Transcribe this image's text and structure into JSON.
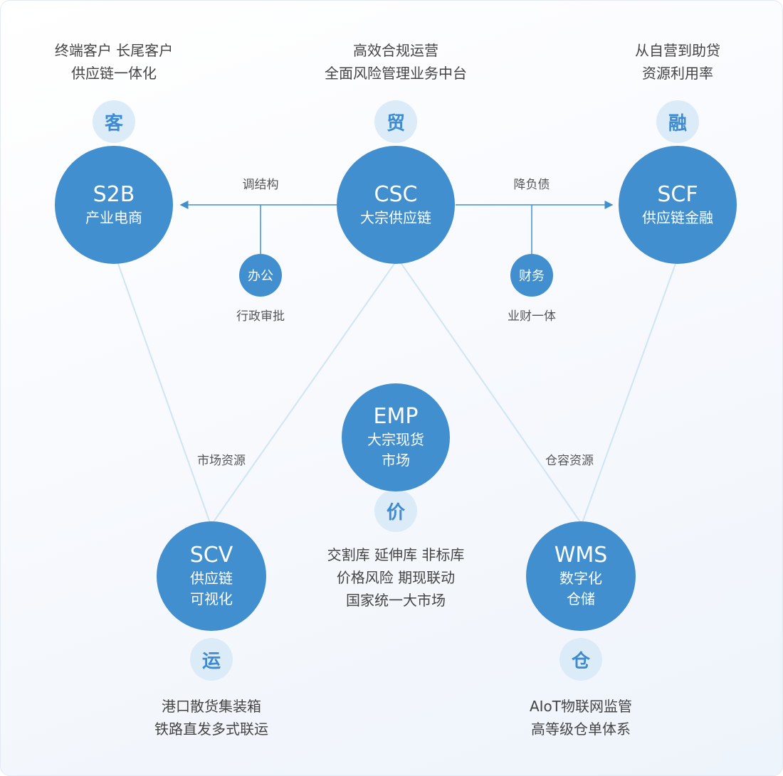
{
  "nodes": {
    "s2b": {
      "code": "S2B",
      "name": "产业电商",
      "badge": "客",
      "desc": [
        "终端客户 长尾客户",
        "供应链一体化"
      ]
    },
    "csc": {
      "code": "CSC",
      "name": "大宗供应链",
      "badge": "贸",
      "desc": [
        "高效合规运营",
        "全面风险管理业务中台"
      ]
    },
    "scf": {
      "code": "SCF",
      "name": "供应链金融",
      "badge": "融",
      "desc": [
        "从自营到助贷",
        "资源利用率"
      ]
    },
    "emp": {
      "code": "EMP",
      "name": [
        "大宗现货",
        "市场"
      ],
      "badge": "价",
      "desc": [
        "交割库 延伸库 非标库",
        "价格风险 期现联动",
        "国家统一大市场"
      ]
    },
    "scv": {
      "code": "SCV",
      "name": [
        "供应链",
        "可视化"
      ],
      "badge": "运",
      "desc": [
        "港口散货集装箱",
        "铁路直发多式联运"
      ]
    },
    "wms": {
      "code": "WMS",
      "name": [
        "数字化",
        "仓储"
      ],
      "badge": "仓",
      "desc": [
        "AIoT物联网监管",
        "高等级仓单体系"
      ]
    }
  },
  "sub_nodes": {
    "office": {
      "label": "办公",
      "desc": "行政审批"
    },
    "finance": {
      "label": "财务",
      "desc": "业财一体"
    }
  },
  "edge_labels": {
    "adjust_structure": "调结构",
    "reduce_debt": "降负债",
    "market_resources": "市场资源",
    "warehouse_resources": "仓容资源"
  },
  "colors": {
    "primary": "#418fcf",
    "badge_bg": "#dcebf8",
    "line_light": "#cfe4f5"
  }
}
